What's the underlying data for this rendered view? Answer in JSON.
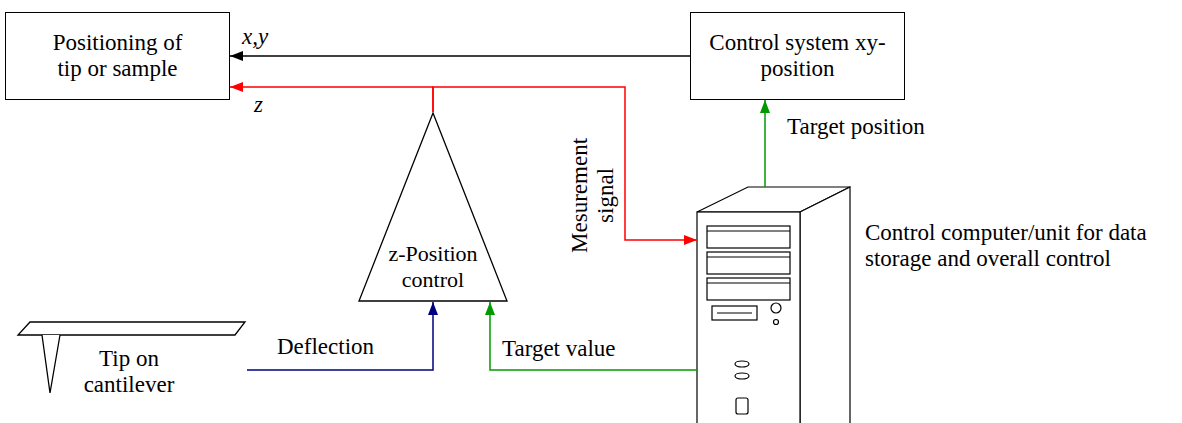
{
  "diagram": {
    "nodes": [
      {
        "text": [
          "Positioning of tip or sample"
        ]
      },
      {
        "text": [
          "Control system xy-position"
        ]
      },
      {
        "text": [
          "z-Position control"
        ]
      },
      {
        "text": [
          "Tip on cantilever"
        ]
      },
      {
        "text": [
          "Control computer/unit for data storage and overall control"
        ]
      }
    ],
    "edges": [
      {
        "from": 1,
        "to": 0,
        "arrow": "to",
        "label": "x,y"
      },
      {
        "from": 2,
        "to": 0,
        "arrow": "to",
        "label": "z"
      },
      {
        "from": 2,
        "to": 4,
        "arrow": "to",
        "label": "Mesurement signal"
      },
      {
        "from": 3,
        "to": 2,
        "arrow": "to",
        "label": "Deflection"
      },
      {
        "from": 4,
        "to": 2,
        "arrow": "to",
        "label": "Target value"
      },
      {
        "from": 4,
        "to": 1,
        "arrow": "to",
        "label": "Target position"
      }
    ]
  }
}
